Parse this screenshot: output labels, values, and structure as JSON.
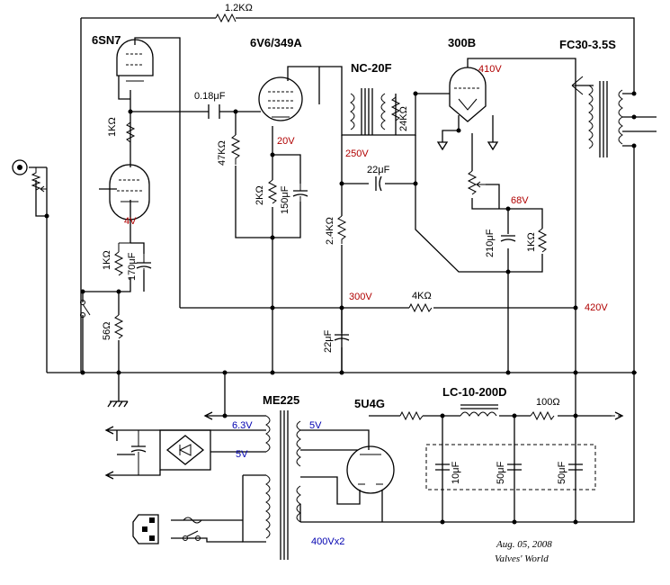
{
  "tubes": {
    "t1": "6SN7",
    "t2": "6V6/349A",
    "t3": "300B",
    "t4": "5U4G"
  },
  "transformers": {
    "interstage": "NC-20F",
    "output": "FC30-3.5S",
    "power": "ME225",
    "choke": "LC-10-200D"
  },
  "components": {
    "r_fb": "1.2KΩ",
    "c_coup": "0.18μF",
    "r_1k_a": "1KΩ",
    "r_47k": "47KΩ",
    "r_2k": "2KΩ",
    "c_150": "150μF",
    "r_24k": "24KΩ",
    "c_22_a": "22μF",
    "r_24k2": "2.4KΩ",
    "r_1k_b": "1KΩ",
    "c_170": "170μF",
    "r_56": "56Ω",
    "c_210": "210μF",
    "r_1k_c": "1KΩ",
    "r_4k": "4KΩ",
    "c_22_b": "22μF",
    "r_100": "100Ω",
    "c_10": "10μF",
    "c_50_a": "50μF",
    "c_50_b": "50μF"
  },
  "voltages": {
    "v20": "20V",
    "v4": "4V",
    "v250": "250V",
    "v410": "410V",
    "v68": "68V",
    "v300": "300V",
    "v420": "420V"
  },
  "windings": {
    "w63": "6.3V",
    "w5a": "5V",
    "w5b": "5V",
    "w400": "400Vx2"
  },
  "footer": {
    "date": "Aug. 05, 2008",
    "site": "Valves' World"
  },
  "colors": {
    "voltage": "#b00000",
    "winding": "#0000b0",
    "line": "#000000"
  }
}
